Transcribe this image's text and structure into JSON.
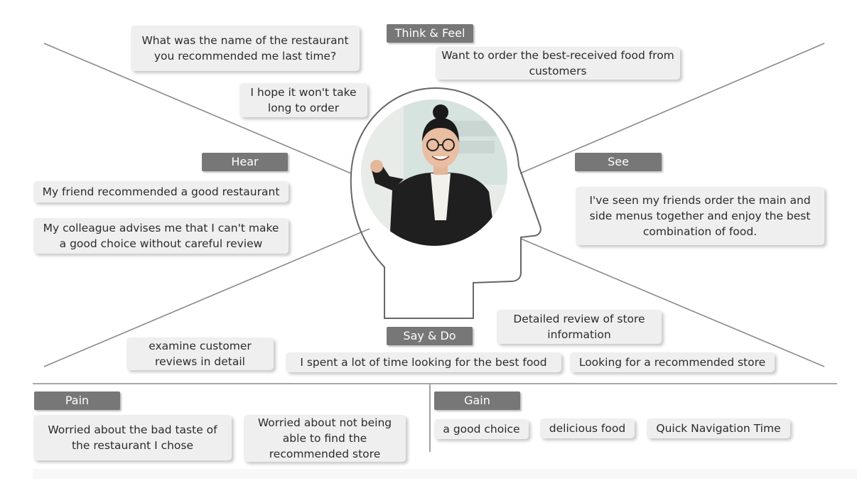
{
  "diagram": {
    "sections": {
      "think_feel": {
        "label": "Think & Feel",
        "notes": [
          "What was the name of the restaurant you recommended me last time?",
          "Want to order the best-received food from customers",
          "I hope it won't take long to order"
        ]
      },
      "hear": {
        "label": "Hear",
        "notes": [
          "My friend recommended a good restaurant",
          "My colleague advises me that I can't make a good choice without careful review"
        ]
      },
      "see": {
        "label": "See",
        "notes": [
          "I've seen my friends order the main and side menus together and enjoy the best combination of food."
        ]
      },
      "say_do": {
        "label": "Say & Do",
        "notes": [
          "Detailed review of store information",
          "examine customer reviews in detail",
          "I spent a lot of time looking for the best food",
          "Looking for a recommended store"
        ]
      },
      "pain": {
        "label": "Pain",
        "notes": [
          "Worried about the bad taste of the restaurant I chose",
          "Worried about not being able to find the recommended store"
        ]
      },
      "gain": {
        "label": "Gain",
        "notes": [
          "a good choice",
          "delicious food",
          "Quick Navigation Time"
        ]
      }
    },
    "colors": {
      "label_bg": "#777777",
      "note_bg": "#efefef",
      "line": "#8a8a8a",
      "head_outline": "#666666"
    }
  }
}
